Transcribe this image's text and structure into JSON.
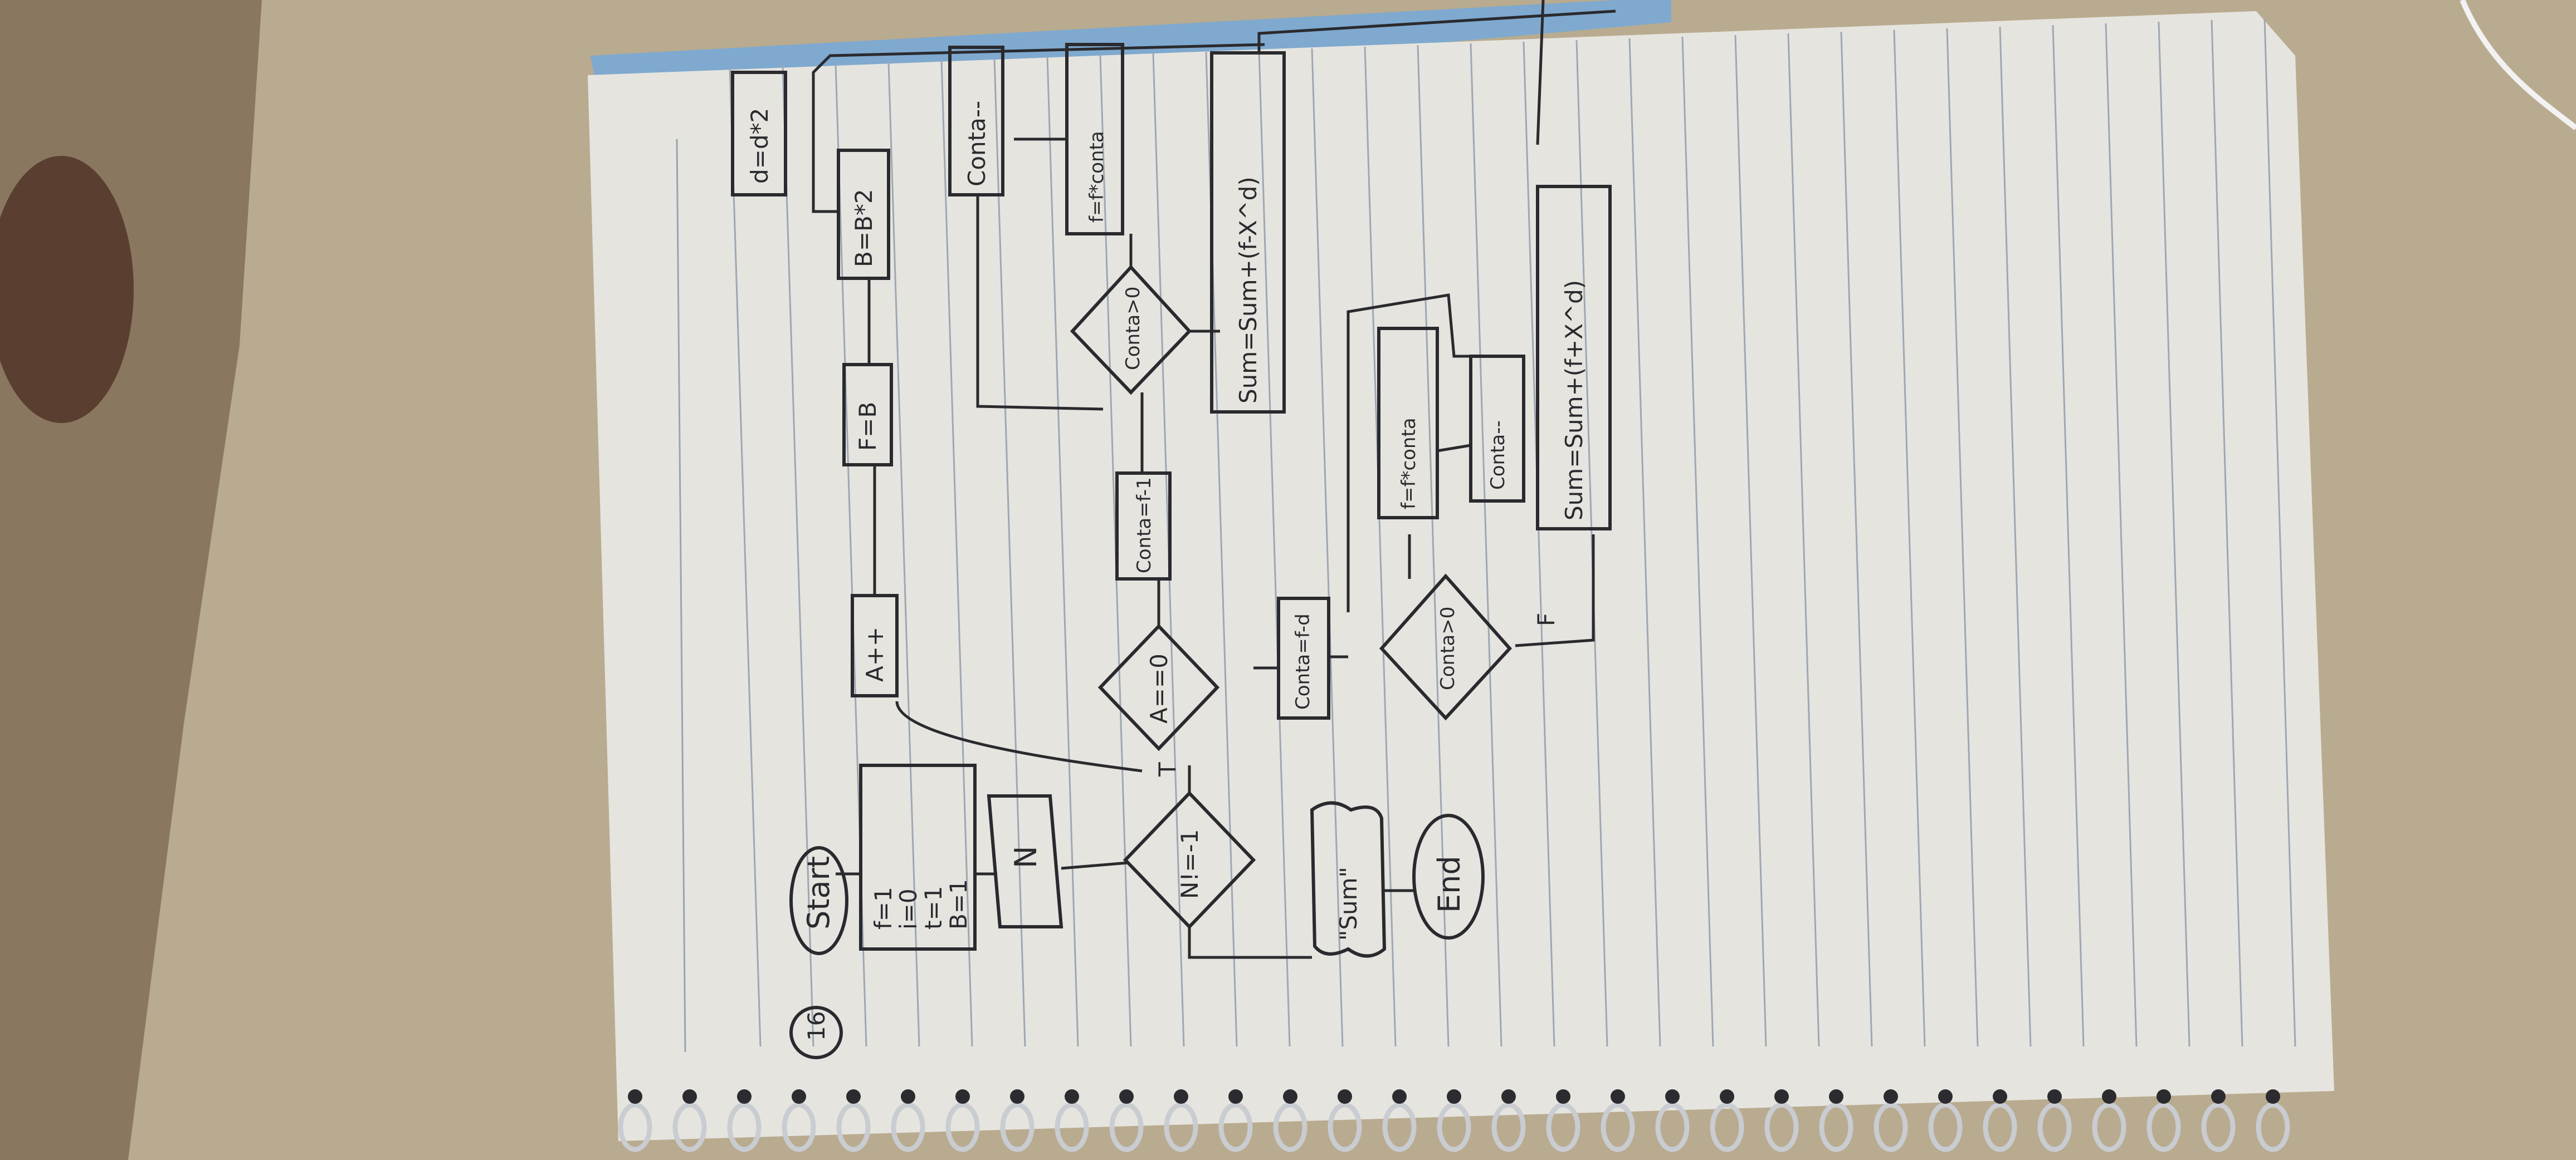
{
  "photo": {
    "subject": "notebook-page-flowchart",
    "colors": {
      "background_cloth": "#b9ab8f",
      "cushion": "#8a7760",
      "cushion_spot": "#5a3f31",
      "paper": "#e6e4df",
      "ruling": "#9ea7b3",
      "pencil": "#2a2a2e",
      "blue_edge": "#7fa9cf",
      "spiral": "#c9ccd1"
    }
  },
  "flowchart": {
    "page_number": "16",
    "start": "Start",
    "init_lines": [
      "f=1",
      "i=0",
      "t=1",
      "B=1"
    ],
    "input": "N",
    "cond_n": "N!=-1",
    "a_plus": "A++",
    "f_eq_b": "F=B",
    "b_times": "B=B*2",
    "d_times": "d=d*2",
    "cond_a": "A==0",
    "conta_init": "Conta=f-1",
    "conta_dec_top": "Conta--",
    "cond_conta_top": "Conta>0",
    "f_times_conta_top": "f=f*conta",
    "sum_minus": "Sum=Sum+(f-X^d)",
    "conta_fd": "Conta=f-d",
    "cond_conta_bottom": "Conta>0",
    "f_times_conta_bottom": "f=f*conta",
    "conta_dec_bottom": "Conta--",
    "sum_plus": "Sum=Sum+(f+X^d)",
    "output": "\"Sum\"",
    "end": "End",
    "mark_t": "T",
    "mark_f": "F"
  }
}
